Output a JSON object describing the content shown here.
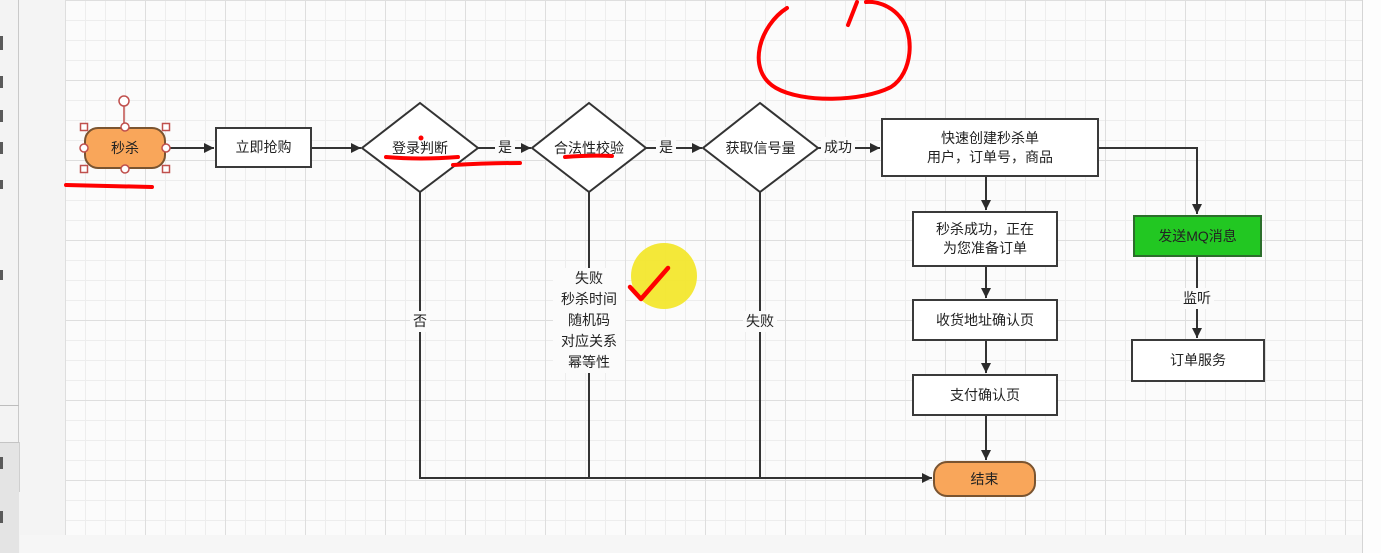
{
  "nodes": {
    "start": "秒杀",
    "buy_now": "立即抢购",
    "login_check": "登录判断",
    "validity_check": "合法性校验",
    "get_semaphore": "获取信号量",
    "create_order": {
      "line1": "快速创建秒杀单",
      "line2": "用户，订单号，商品"
    },
    "seckill_success": {
      "line1": "秒杀成功，正在",
      "line2": "为您准备订单"
    },
    "address_confirm": "收货地址确认页",
    "payment_confirm": "支付确认页",
    "end": "结束",
    "send_mq": "发送MQ消息",
    "order_service": "订单服务"
  },
  "edges": {
    "login_yes": "是",
    "validity_yes": "是",
    "semaphore_success": "成功",
    "login_no": "否",
    "validity_fail": [
      "失败",
      "秒杀时间",
      "随机码",
      "对应关系",
      "幂等性"
    ],
    "semaphore_fail": "失败",
    "mq_listen": "监听"
  },
  "colors": {
    "terminal_fill": "#f9a65a",
    "mq_fill": "#22c722",
    "annotation": "#ff0000",
    "highlight": "#f3e524"
  }
}
